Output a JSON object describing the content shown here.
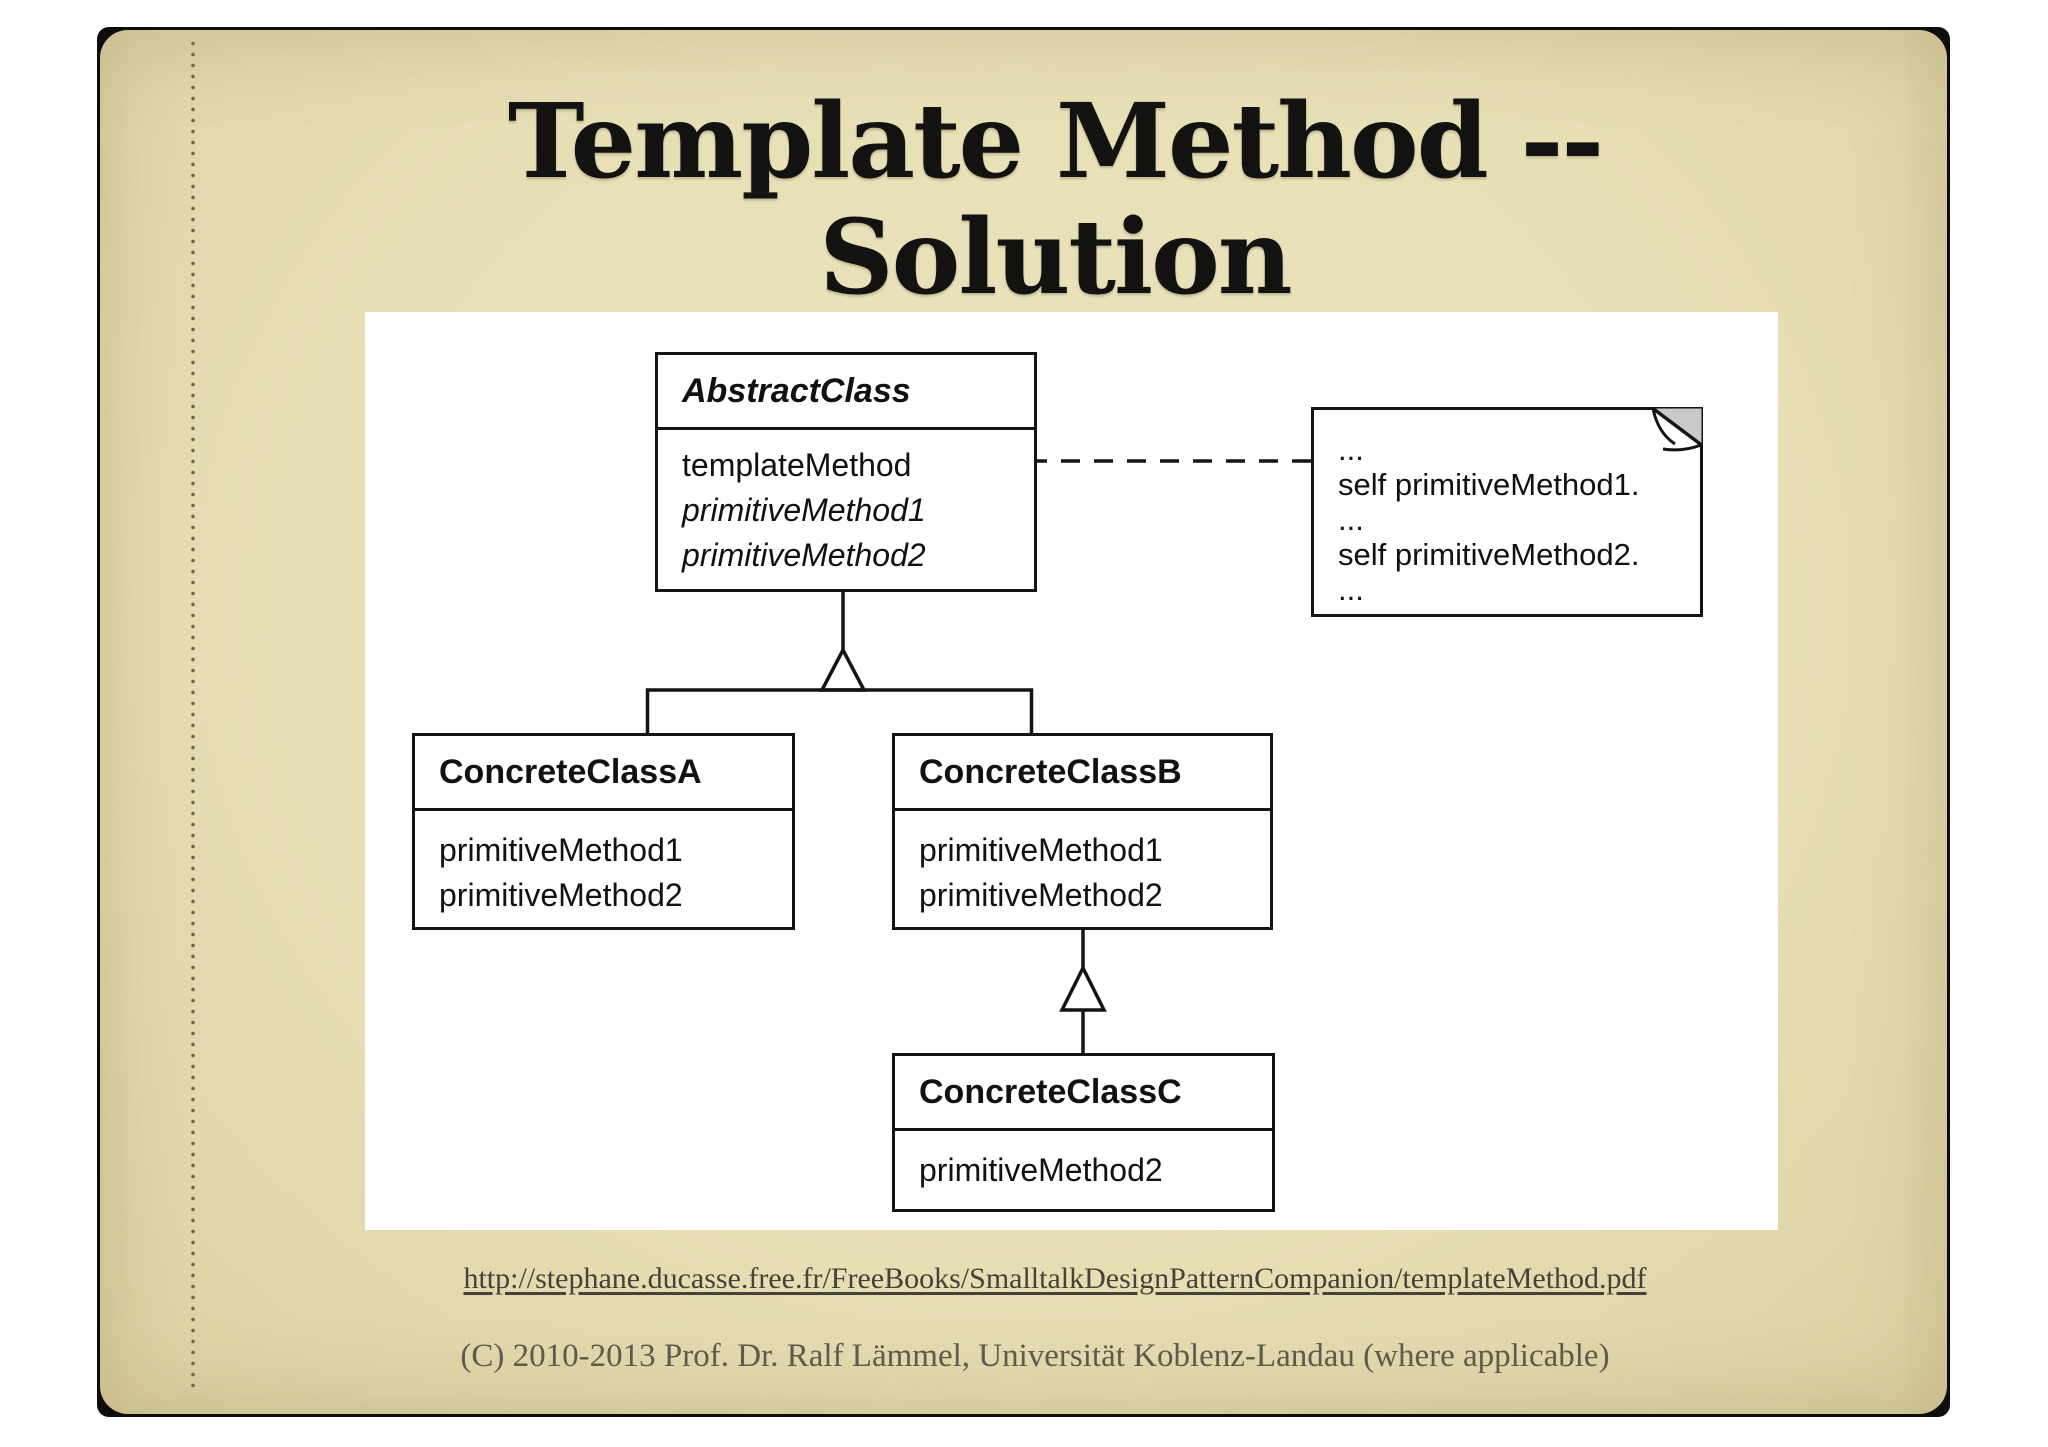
{
  "slide": {
    "title": "Template Method -- Solution",
    "footer": {
      "link": "http://stephane.ducasse.free.fr/FreeBooks/SmalltalkDesignPatternCompanion/templateMethod.pdf",
      "copyright": "(C) 2010-2013 Prof. Dr. Ralf Lämmel, Universität Koblenz-Landau (where applicable)"
    }
  },
  "diagram": {
    "kind": "uml-class-diagram",
    "classes": [
      {
        "name": "AbstractClass",
        "abstract": true,
        "methods": [
          {
            "name": "templateMethod",
            "abstract": false
          },
          {
            "name": "primitiveMethod1",
            "abstract": true
          },
          {
            "name": "primitiveMethod2",
            "abstract": true
          }
        ]
      },
      {
        "name": "ConcreteClassA",
        "abstract": false,
        "methods": [
          {
            "name": "primitiveMethod1",
            "abstract": false
          },
          {
            "name": "primitiveMethod2",
            "abstract": false
          }
        ]
      },
      {
        "name": "ConcreteClassB",
        "abstract": false,
        "methods": [
          {
            "name": "primitiveMethod1",
            "abstract": false
          },
          {
            "name": "primitiveMethod2",
            "abstract": false
          }
        ]
      },
      {
        "name": "ConcreteClassC",
        "abstract": false,
        "methods": [
          {
            "name": "primitiveMethod2",
            "abstract": false
          }
        ]
      }
    ],
    "relations": [
      {
        "type": "inheritance",
        "from": "ConcreteClassA",
        "to": "AbstractClass"
      },
      {
        "type": "inheritance",
        "from": "ConcreteClassB",
        "to": "AbstractClass"
      },
      {
        "type": "inheritance",
        "from": "ConcreteClassC",
        "to": "ConcreteClassB"
      },
      {
        "type": "note-anchor",
        "from": "templateMethod",
        "to": "note"
      }
    ],
    "note": {
      "lines": [
        "...",
        "self primitiveMethod1.",
        "...",
        "self primitiveMethod2.",
        "..."
      ]
    },
    "colors": {
      "sheet_background": "#e9dfb6",
      "frame": "#0d0d0c",
      "panel": "#ffffff",
      "ink": "#141414",
      "note_fold": "#c9c9c9",
      "link_text": "#45423a",
      "copyright_text": "#5e5a4c"
    }
  }
}
